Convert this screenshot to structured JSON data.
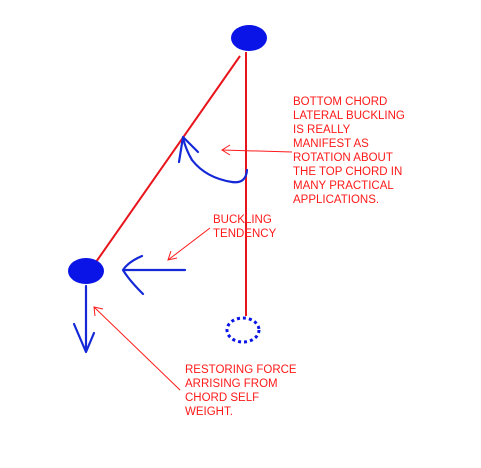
{
  "colors": {
    "member": "#e8141c",
    "chord": "#0a14e6",
    "sketch": "#1428d8",
    "annotation": "#ff1a1a"
  },
  "annotations": {
    "rotation_note": [
      "BOTTOM CHORD",
      "LATERAL BUCKLING",
      "IS REALLY",
      "MANIFEST AS",
      "ROTATION ABOUT",
      "THE TOP CHORD IN",
      "MANY PRACTICAL",
      "APPLICATIONS."
    ],
    "buckling_note": [
      "BUCKLING",
      "TENDENCY"
    ],
    "restoring_note": [
      "RESTORING FORCE",
      "ARRISING FROM",
      "CHORD  SELF",
      "WEIGHT."
    ]
  },
  "icons": {
    "top_chord": "top-chord-circle",
    "bottom_chord": "bottom-chord-circle",
    "original_position": "dashed-circle",
    "rotation": "curved-arrow-icon",
    "buckling": "left-arrow-icon",
    "self_weight": "down-arrow-icon"
  }
}
